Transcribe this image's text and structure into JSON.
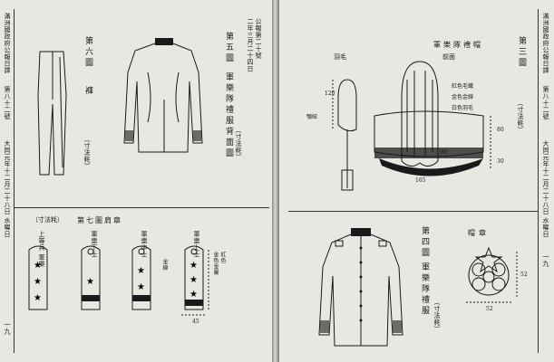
{
  "left_page": {
    "running_head": "滿洲國政府公報日譯",
    "issue": "第八十二號",
    "date": "大同元年十二月二十八日",
    "weekday": "水曜日",
    "page_number": "一九",
    "side_note_1": "二年三月二十四日",
    "side_note_2": "公報第二十號",
    "fig5": {
      "number": "第五圖",
      "title": "軍樂隊禮服背面圖",
      "note": "（寸法粍）"
    },
    "fig6": {
      "number": "第六圖",
      "title": "褲",
      "note": "（寸法粍）"
    },
    "fig7": {
      "title": "第七圖肩章",
      "note": "（寸法粍）",
      "ranks": [
        "上等兵 軍樂",
        "軍樂下士",
        "軍樂中士",
        "軍樂上士"
      ],
      "annotations": [
        "金線",
        "金色金屬",
        "紅色",
        "45"
      ]
    }
  },
  "right_page": {
    "running_head": "滿洲國政府公報日譯",
    "issue": "第八十二號",
    "date": "大同元年十二月二十八日",
    "weekday": "水曜日",
    "page_number": "一九",
    "fig3": {
      "number": "第三圖",
      "note": "（寸法粍）",
      "title": "軍樂隊禮帽",
      "labels": {
        "plume": "羽毛",
        "side": "前面",
        "chin": "顎紐",
        "band": "紅色毛織",
        "gold": "金色金線",
        "white": "白色羽毛"
      },
      "dims": [
        "120",
        "80",
        "80",
        "30",
        "165"
      ]
    },
    "fig4": {
      "number": "第四圖",
      "title": "軍樂隊禮服",
      "note": "（寸法粍）",
      "badge_title": "帽章",
      "dims": [
        "52",
        "52"
      ]
    }
  }
}
